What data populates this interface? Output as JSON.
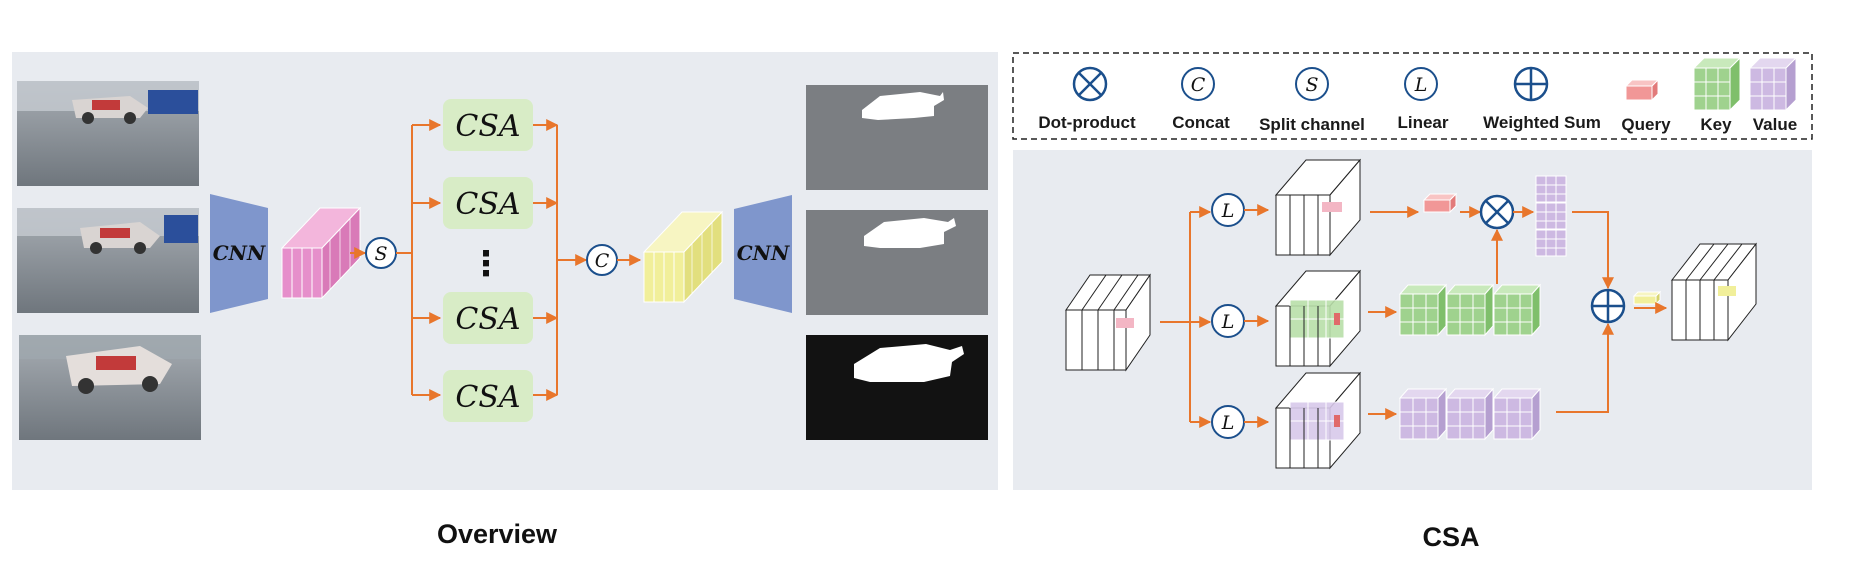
{
  "overview": {
    "caption": "Overview",
    "cnn_label": "CNN",
    "csa_label": "CSA",
    "split_symbol": "S",
    "concat_symbol": "C",
    "ellipsis": "⋮"
  },
  "csa_panel": {
    "caption": "CSA",
    "linear_symbol": "L"
  },
  "legend": {
    "items": [
      {
        "label": "Dot-product",
        "icon": "dot-product-icon"
      },
      {
        "label": "Concat",
        "icon": "concat-icon",
        "symbol": "C"
      },
      {
        "label": "Split channel",
        "icon": "split-channel-icon",
        "symbol": "S"
      },
      {
        "label": "Linear",
        "icon": "linear-icon",
        "symbol": "L"
      },
      {
        "label": "Weighted Sum",
        "icon": "weighted-sum-icon"
      },
      {
        "label": "Query",
        "icon": "query-icon"
      },
      {
        "label": "Key",
        "icon": "key-icon"
      },
      {
        "label": "Value",
        "icon": "value-icon"
      }
    ]
  },
  "colors": {
    "panel_bg": "#e8ebf0",
    "arrow": "#e8762c",
    "csa_box": "#d8ecc6",
    "cnn": "#7f96cc",
    "pink_feature": "#e68fcb",
    "yellow_feature": "#f1ef9a",
    "symbol_blue": "#1b4f8c",
    "query": "#f19797",
    "key": "#9fd28e",
    "value": "#cdb9e2"
  }
}
